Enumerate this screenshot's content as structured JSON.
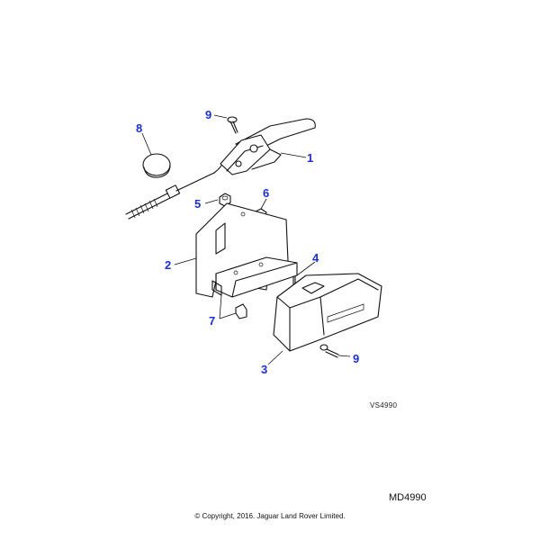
{
  "diagram": {
    "callouts": [
      {
        "id": "c1",
        "label": "1"
      },
      {
        "id": "c2",
        "label": "2"
      },
      {
        "id": "c3",
        "label": "3"
      },
      {
        "id": "c4",
        "label": "4"
      },
      {
        "id": "c5",
        "label": "5"
      },
      {
        "id": "c6",
        "label": "6"
      },
      {
        "id": "c7",
        "label": "7"
      },
      {
        "id": "c8",
        "label": "8"
      },
      {
        "id": "c9a",
        "label": "9"
      },
      {
        "id": "c9b",
        "label": "9"
      }
    ],
    "illustration_ref": "VS4990",
    "diagram_code": "MD4990",
    "copyright": "© Copyright, 2016. Jaguar Land Rover Limited."
  },
  "colors": {
    "callout": "#1a2fd6",
    "line": "#111111",
    "background": "#ffffff"
  }
}
